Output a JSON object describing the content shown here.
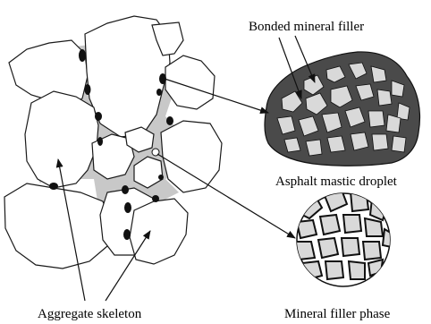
{
  "labels": {
    "bonded_mineral_filler": "Bonded mineral filler",
    "asphalt_mastic_droplet": "Asphalt mastic droplet",
    "aggregate_skeleton": "Aggregate skeleton",
    "mineral_filler_phase": "Mineral filler phase"
  },
  "colors": {
    "outline": "#1a1a1a",
    "mastic_gray": "#c8c8c8",
    "binder_black": "#111111",
    "droplet_dark": "#4a4a4a",
    "particle_light": "#d9d9d9",
    "background": "#ffffff"
  }
}
